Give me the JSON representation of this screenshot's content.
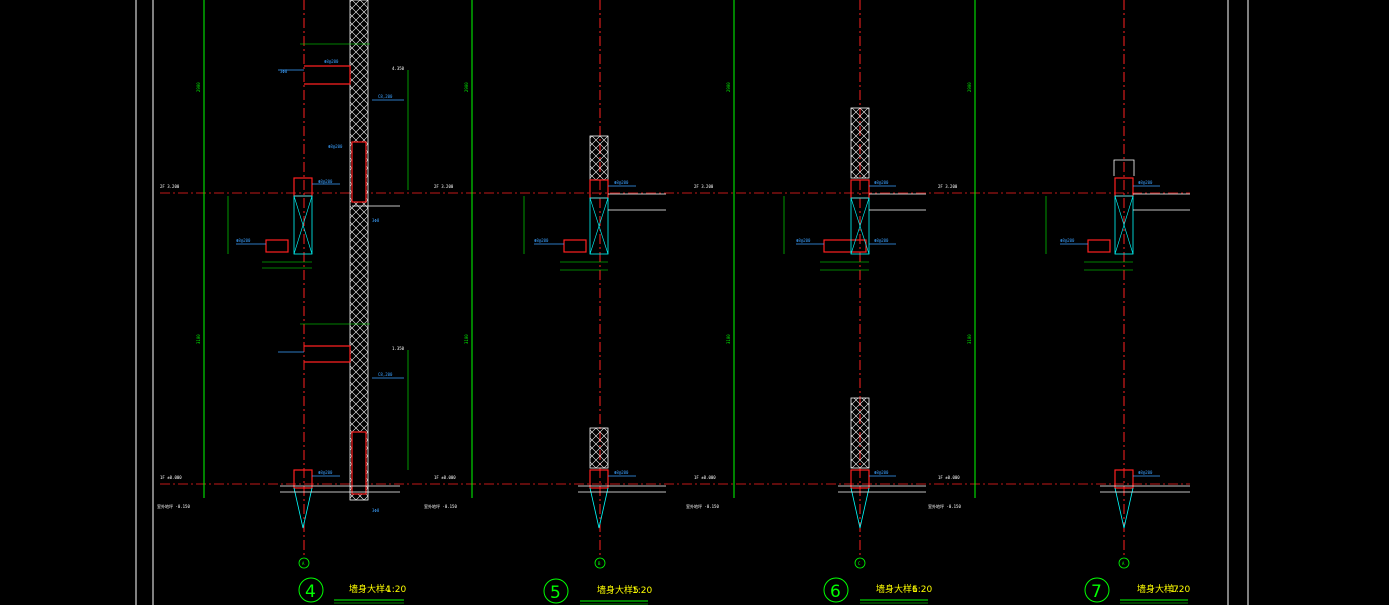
{
  "drawing": {
    "details": [
      {
        "number": "4",
        "title": "墙身大样4",
        "scale": "1:20",
        "grid_axis": "A"
      },
      {
        "number": "5",
        "title": "墙身大样5",
        "scale": "1:20",
        "grid_axis": "B"
      },
      {
        "number": "6",
        "title": "墙身大样6",
        "scale": "1:20",
        "grid_axis": "C"
      },
      {
        "number": "7",
        "title": "墙身大样7",
        "scale": "1:20",
        "grid_axis": "A"
      }
    ],
    "dims": {
      "upper": "2900",
      "lower": "3100"
    },
    "levels": {
      "floor2": "2F 3.200",
      "floor1": "1F ±0.000",
      "ground": "室外地坪 -0.150",
      "roof": "4.350",
      "mid": "1.350"
    }
  },
  "colors": {
    "background": "#000000",
    "wall": "#ff2020",
    "axis": "#ff2020",
    "dimension": "#00ff00",
    "annotation": "#3aa0ff",
    "outline": "#ffffff",
    "hatch": "#ffffff",
    "cyan": "#00ffff",
    "title": "#ffff00"
  }
}
